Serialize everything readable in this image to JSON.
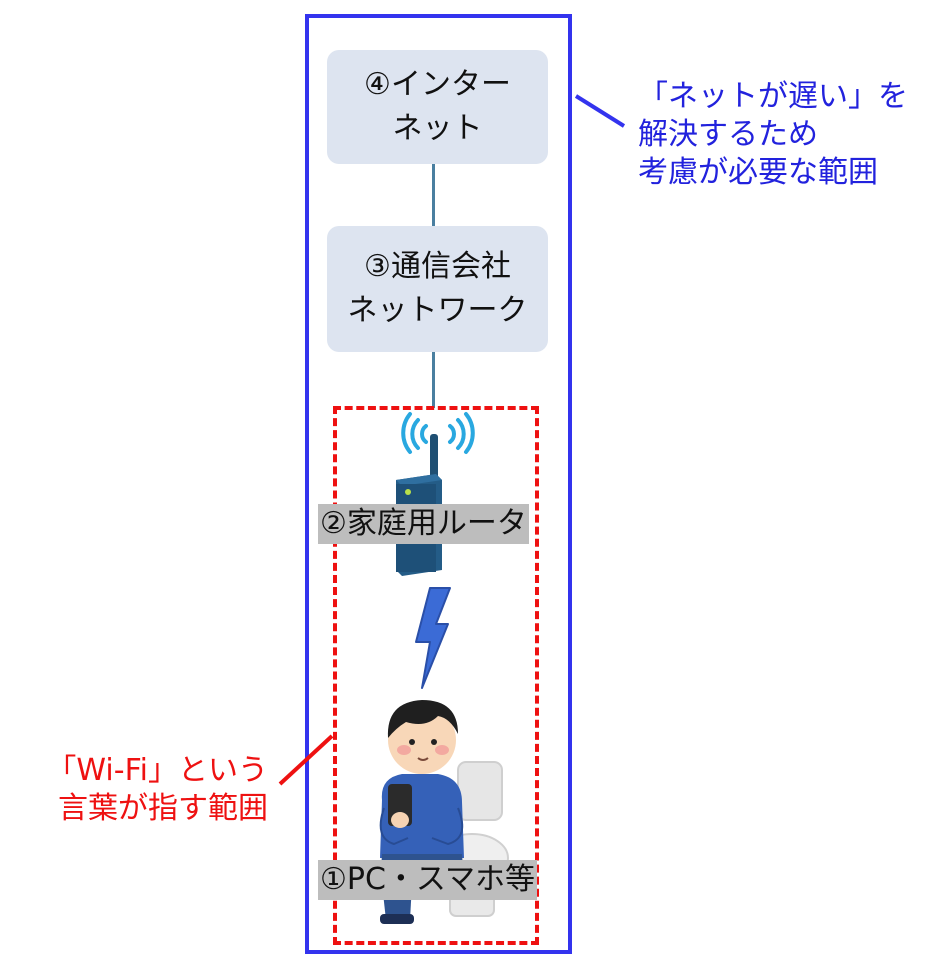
{
  "nodes": {
    "internet": {
      "line1": "④インター",
      "line2": "ネット"
    },
    "carrier": {
      "line1": "③通信会社",
      "line2": "ネットワーク"
    },
    "router": {
      "label": "②家庭用ルータ"
    },
    "device": {
      "label": "①PC・スマホ等"
    }
  },
  "annotations": {
    "blue": {
      "line1": "「ネットが遅い」を",
      "line2": "解決するため",
      "line3": "考慮が必要な範囲",
      "color": "#2222dd"
    },
    "red": {
      "line1": "「Wi-Fi」という",
      "line2": "言葉が指す範囲",
      "color": "#ee1111"
    }
  },
  "icons": [
    "wifi-signal-icon",
    "router-icon",
    "lightning-bolt-icon",
    "person-using-smartphone-icon",
    "toilet-icon"
  ]
}
